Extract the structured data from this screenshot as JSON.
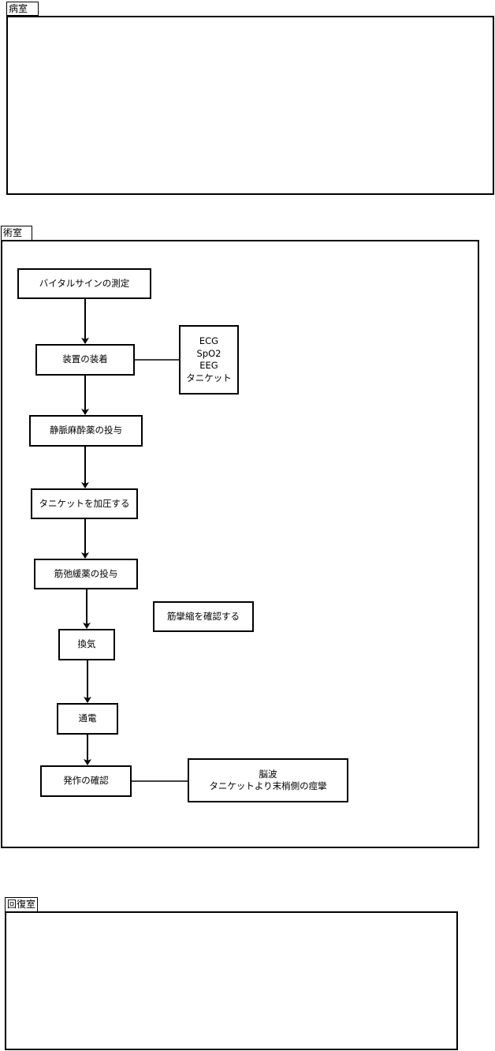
{
  "lanes": {
    "ward": {
      "title": "病室"
    },
    "surgery": {
      "title": "術室"
    },
    "recovery": {
      "title": "回復室"
    }
  },
  "steps": {
    "vitals": "バイタルサインの測定",
    "devices": "装置の装着",
    "iv_anesthetic": "静脈麻酔薬の投与",
    "tourniquet": "タニケットを加圧する",
    "relaxant": "筋弛緩薬の投与",
    "confirm_twitch": "筋攣縮を確認する",
    "ventilation": "換気",
    "stimulation": "通電",
    "seizure_check": "発作の確認"
  },
  "notes": {
    "devices_list": "ECG\nSpO2\nEEG\nタニケット",
    "seizure_signs": "脳波\nタニケットより末梢側の痙攣"
  }
}
